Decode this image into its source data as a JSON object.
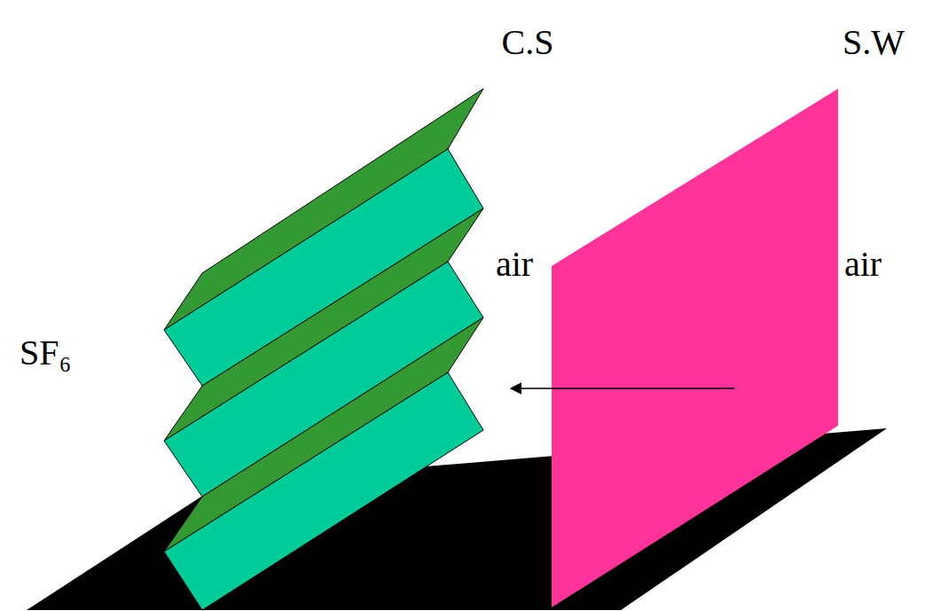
{
  "diagram": {
    "labels": [
      "C.S",
      "S.W",
      "air",
      "air",
      "SF₆"
    ]
  }
}
